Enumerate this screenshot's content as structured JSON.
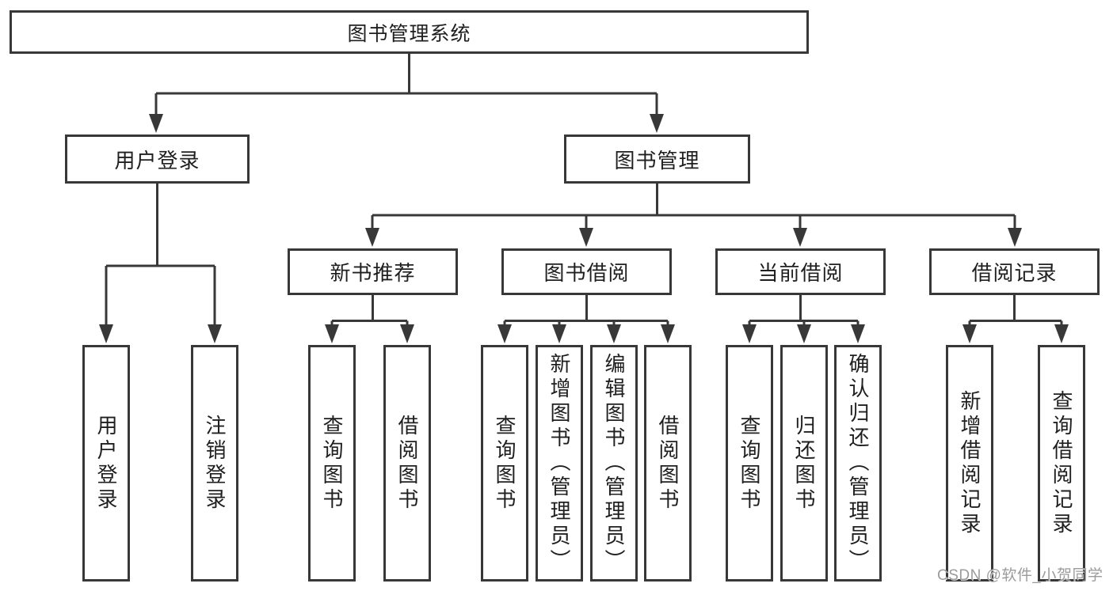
{
  "tree": {
    "root": {
      "label": "图书管理系统",
      "children": [
        {
          "label": "用户登录",
          "children": [
            {
              "label": "用户登录"
            },
            {
              "label": "注销登录"
            }
          ]
        },
        {
          "label": "图书管理",
          "children": [
            {
              "label": "新书推荐",
              "children": [
                {
                  "label": "查询图书"
                },
                {
                  "label": "借阅图书"
                }
              ]
            },
            {
              "label": "图书借阅",
              "children": [
                {
                  "label": "查询图书"
                },
                {
                  "label": "新增图书（管理员）"
                },
                {
                  "label": "编辑图书（管理员）"
                },
                {
                  "label": "借阅图书"
                }
              ]
            },
            {
              "label": "当前借阅",
              "children": [
                {
                  "label": "查询图书"
                },
                {
                  "label": "归还图书"
                },
                {
                  "label": "确认归还（管理员）"
                }
              ]
            },
            {
              "label": "借阅记录",
              "children": [
                {
                  "label": "新增借阅记录"
                },
                {
                  "label": "查询借阅记录"
                }
              ]
            }
          ]
        }
      ]
    }
  },
  "watermark": {
    "text": "CSDN @软件_小贺同学"
  },
  "colors": {
    "line": "#383838",
    "border": "#383838",
    "text": "#1f1f1f",
    "watermark": "#9b9b9b",
    "background": "#ffffff"
  }
}
